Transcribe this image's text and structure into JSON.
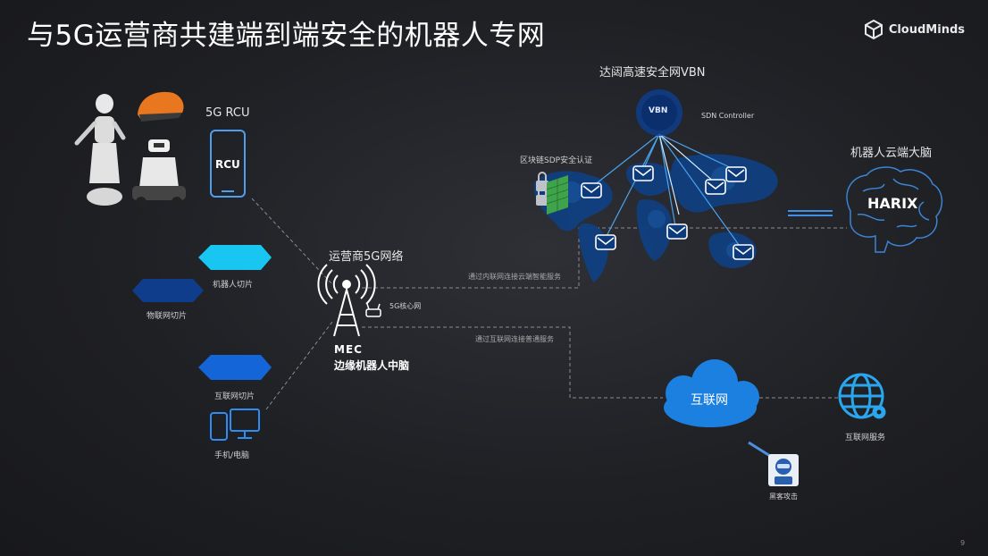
{
  "title": "与5G运营商共建端到端安全的机器人专网",
  "brand": {
    "name": "CloudMinds",
    "icon": "cube-logo-icon"
  },
  "labels": {
    "rcu_title": "5G RCU",
    "rcu_device": "RCU",
    "robot_slice": "机器人切片",
    "iot_slice": "物联网切片",
    "internet_slice": "互联网切片",
    "phone_pc": "手机/电脑",
    "carrier_net": "运营商5G网络",
    "core_net": "5G核心网",
    "mec_line1": "MEC",
    "mec_line2": "边缘机器人中脑",
    "intranet_link": "通过内联网连接云端智能服务",
    "internet_link": "通过互联网连接普通服务",
    "vbn_title": "达闼高速安全网VBN",
    "vbn_node": "VBN",
    "sdn": "SDN Controller",
    "blockchain": "区块链SDP安全认证",
    "cloud_brain": "机器人云端大脑",
    "harix": "HARIX",
    "internet": "互联网",
    "internet_service": "互联网服务",
    "hacker": "黑客攻击",
    "page_number": "9"
  },
  "colors": {
    "accent_cyan": "#19c6f2",
    "accent_blue": "#1466d8",
    "dark_blue": "#103c8c",
    "cloud_blue": "#1c80e0",
    "globe_blue": "#29a6ee"
  }
}
